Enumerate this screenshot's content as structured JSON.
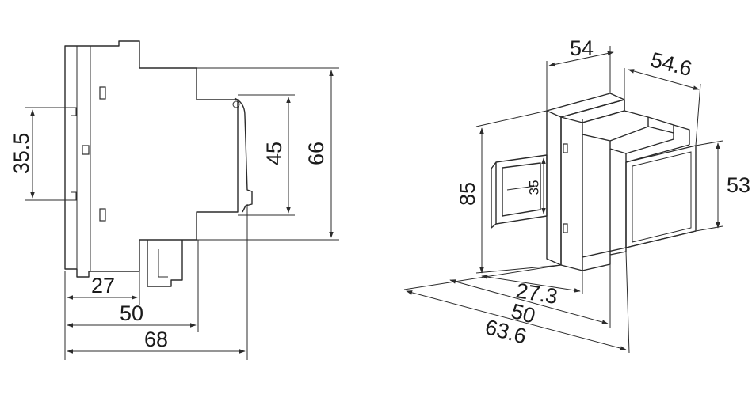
{
  "side_view": {
    "dimensions": {
      "rail_height": "35.5",
      "clip_height": "45",
      "overall_height": "66",
      "front_depth": "27",
      "mid_depth": "50",
      "total_depth": "68"
    }
  },
  "iso_view": {
    "dimensions": {
      "top_width": "54",
      "top_depth": "54.6",
      "height": "85",
      "rail_width": "35",
      "front_height": "53",
      "front_depth": "27.3",
      "mid_depth": "50",
      "total_depth": "63.6"
    }
  },
  "colors": {
    "line": "#2b2b2b",
    "background": "#ffffff"
  }
}
